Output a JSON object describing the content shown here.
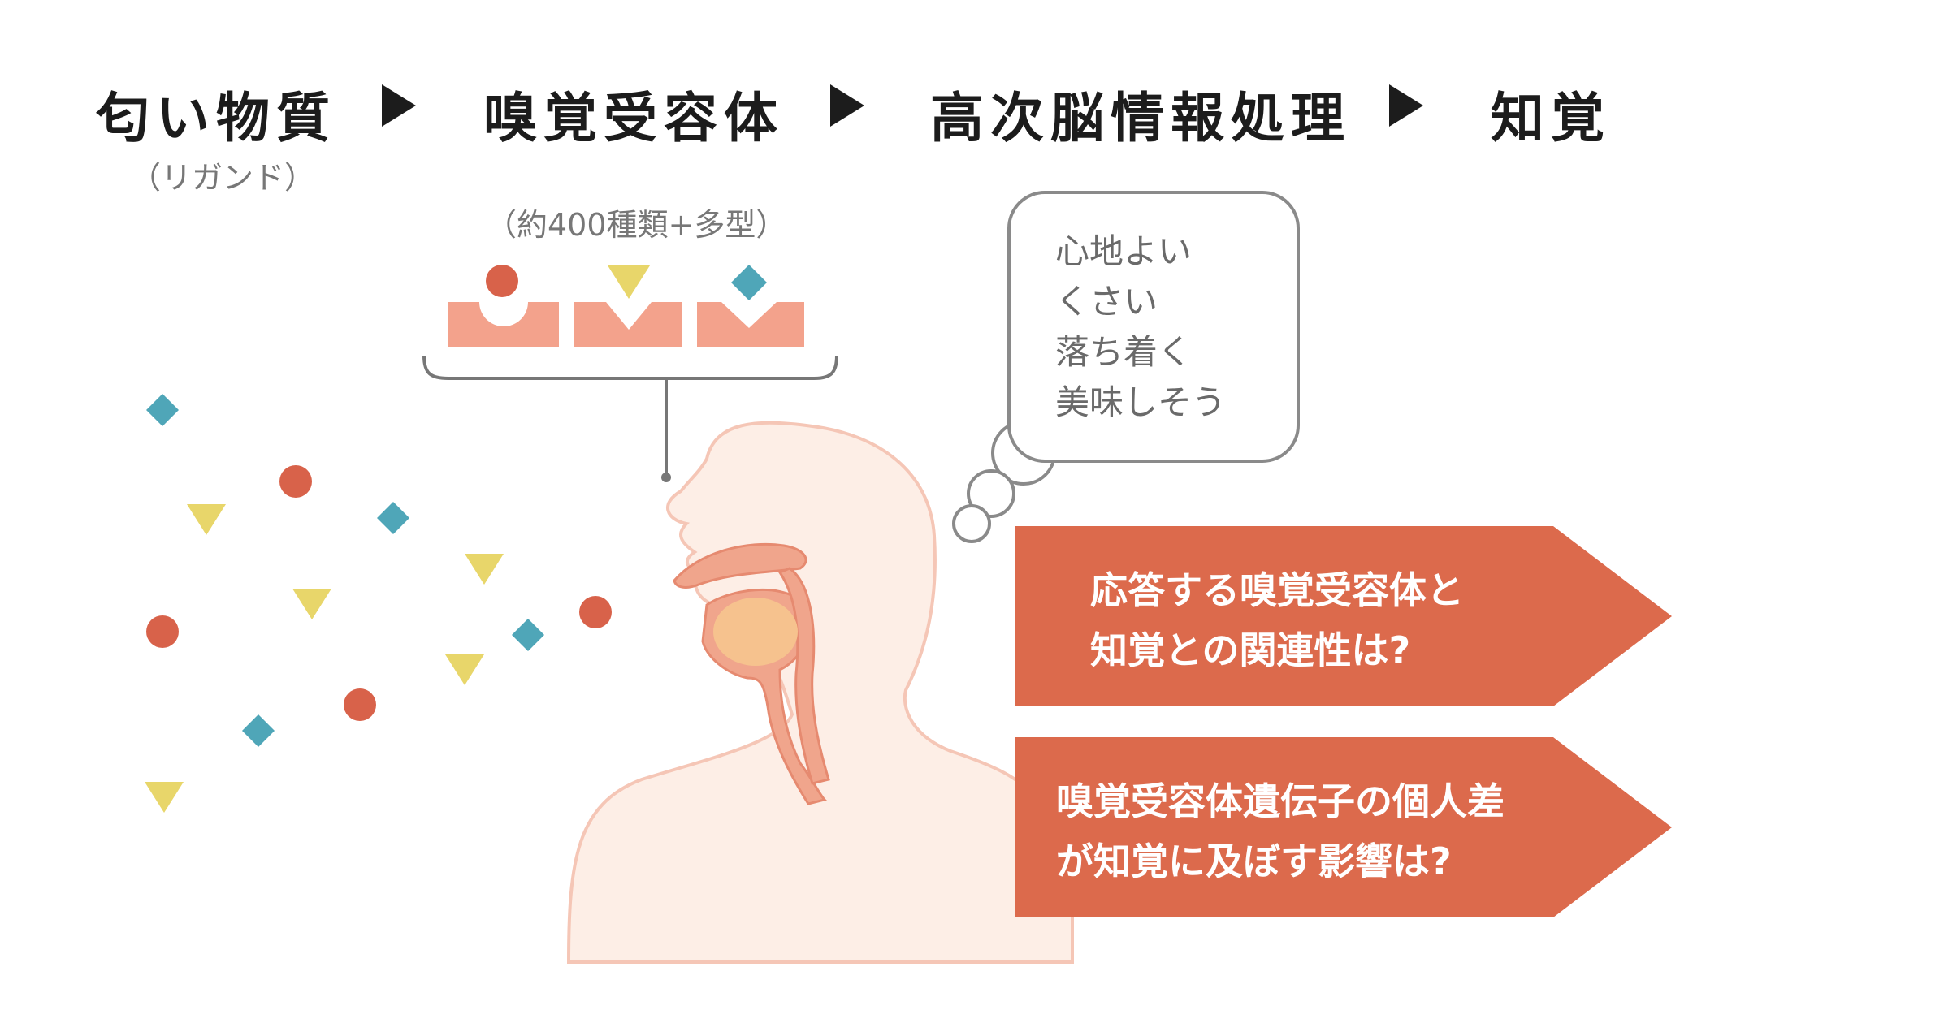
{
  "flow": {
    "step1": "匂い物質",
    "step1_sub": "（リガンド）",
    "step2": "嗅覚受容体",
    "step3": "高次脳情報処理",
    "step4": "知覚"
  },
  "receptor_label": "（約400種類+多型）",
  "thought": {
    "lines": [
      "心地よい",
      "くさい",
      "落ち着く",
      "美味しそう"
    ]
  },
  "questions": [
    {
      "line1": "応答する嗅覚受容体と",
      "line2": "知覚との関連性は?"
    },
    {
      "line1": "嗅覚受容体遺伝子の個人差",
      "line2": "が知覚に及ぼす影響は?"
    }
  ],
  "colors": {
    "orange_red": "#dc6a4c",
    "circle": "#d8624a",
    "triangle": "#e8d66a",
    "diamond": "#4fa6b8",
    "receptor": "#f3a28c",
    "skin": "#fdeee6",
    "skin_outline": "#f5c6b6",
    "throat": "#f0a58c",
    "tongue": "#f6c28e"
  }
}
